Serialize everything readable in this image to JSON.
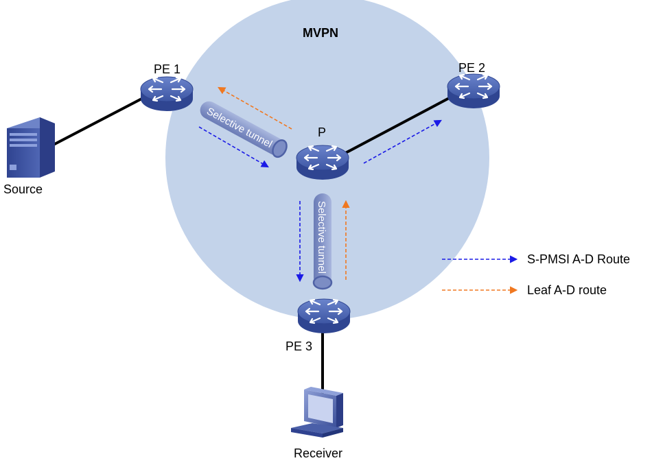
{
  "title": "MVPN",
  "nodes": {
    "pe1": "PE 1",
    "pe2": "PE 2",
    "pe3": "PE 3",
    "p": "P",
    "source": "Source",
    "receiver": "Receiver"
  },
  "tunnels": {
    "upper": "Selective tunnel",
    "lower": "Selective tunnel"
  },
  "legend": {
    "spmsi": "S-PMSI A-D Route",
    "leaf": "Leaf A-D route"
  },
  "colors": {
    "cloud": "#c3d3ea",
    "tunnel": "#8a9cd0",
    "spmsi_arrow": "#1a1ae6",
    "leaf_arrow": "#f07820",
    "router": "#4a63b0"
  }
}
